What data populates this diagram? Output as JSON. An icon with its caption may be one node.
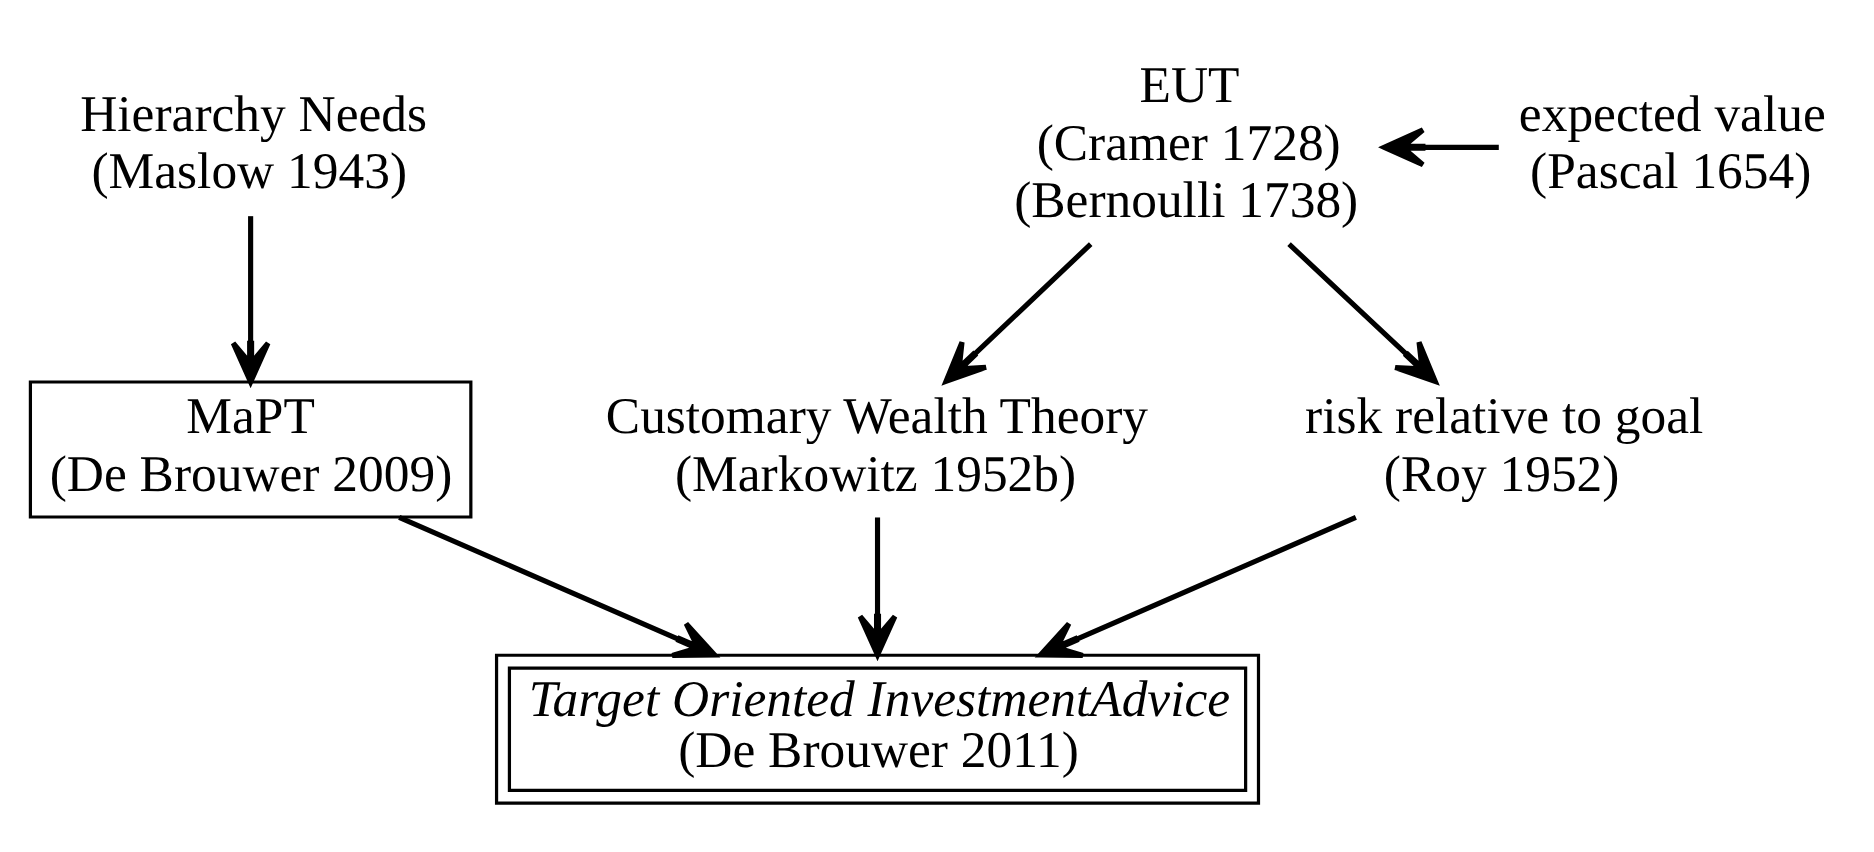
{
  "diagram": {
    "nodes": [
      {
        "text": [
          "Hierarchy Needs",
          "(Maslow 1943)"
        ]
      },
      {
        "text": [
          "EUT",
          "(Cramer 1728)",
          "(Bernoulli 1738)"
        ]
      },
      {
        "text": [
          "expected value",
          "(Pascal 1654)"
        ]
      },
      {
        "text": [
          "MaPT",
          "(De Brouwer 2009)"
        ]
      },
      {
        "text": [
          "Customary Wealth Theory",
          "(Markowitz 1952b)"
        ]
      },
      {
        "text": [
          "risk relative to goal",
          "(Roy 1952)"
        ]
      },
      {
        "text": [
          "Target Oriented InvestmentAdvice",
          "(De Brouwer 2011)"
        ]
      }
    ],
    "edges": [
      {
        "from": 0,
        "to": 3,
        "arrow": "to"
      },
      {
        "from": 2,
        "to": 1,
        "arrow": "to"
      },
      {
        "from": 1,
        "to": 4,
        "arrow": "to"
      },
      {
        "from": 1,
        "to": 5,
        "arrow": "to"
      },
      {
        "from": 3,
        "to": 6,
        "arrow": "to"
      },
      {
        "from": 4,
        "to": 6,
        "arrow": "to"
      },
      {
        "from": 5,
        "to": 6,
        "arrow": "to"
      }
    ]
  }
}
